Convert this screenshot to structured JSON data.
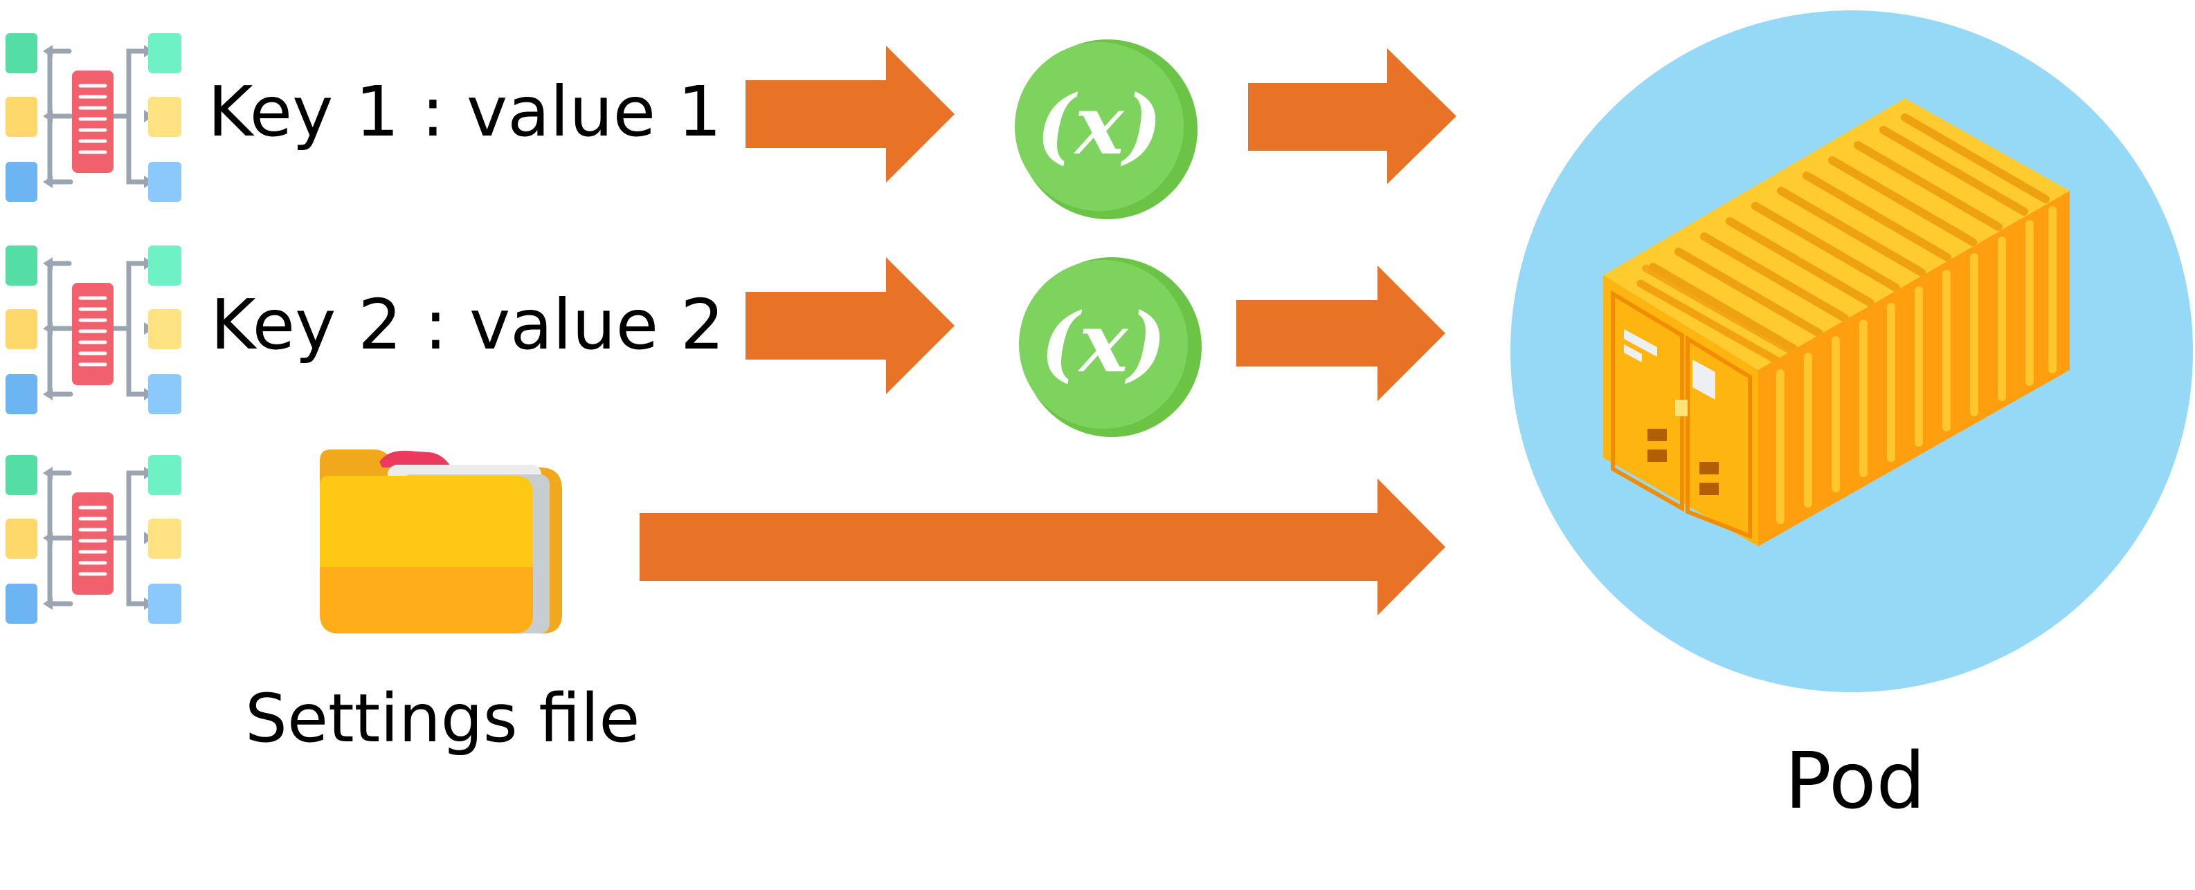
{
  "rows": [
    {
      "key_value": "Key 1 : value 1"
    },
    {
      "key_value": "Key 2 : value 2"
    },
    {
      "file_label": "Settings file"
    }
  ],
  "pod": {
    "label": "Pod"
  },
  "variable_icon": {
    "symbol": "(x)"
  },
  "icons": {
    "configmap": "configmap-icon",
    "variable": "environment-variable-icon",
    "folder": "folder-icon",
    "container": "shipping-container-icon"
  },
  "colors": {
    "arrow": "#E87225",
    "variable_circle": "#7ED35E",
    "pod_circle": "#96D9F6",
    "folder": "#FFC21A",
    "container": "#FFB319"
  }
}
